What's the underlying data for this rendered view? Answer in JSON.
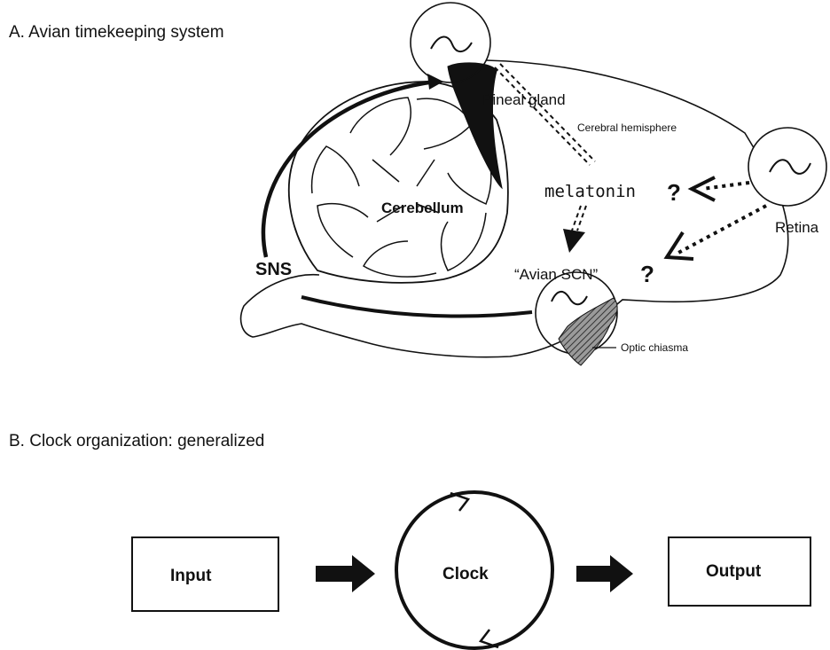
{
  "panel_a": {
    "heading": "A. Avian timekeeping system",
    "labels": {
      "pineal_gland": "Pineal gland",
      "cerebral_hemisphere": "Cerebral hemisphere",
      "cerebellum": "Cerebellum",
      "melatonin": "melatonin",
      "retina": "Retina",
      "sns": "SNS",
      "avian_scn": "“Avian SCN”",
      "optic_chiasma": "Optic chiasma",
      "question_mark_1": "?",
      "question_mark_2": "?"
    }
  },
  "panel_b": {
    "heading": "B. Clock organization: generalized",
    "input_label": "Input",
    "clock_label": "Clock",
    "output_label": "Output"
  }
}
